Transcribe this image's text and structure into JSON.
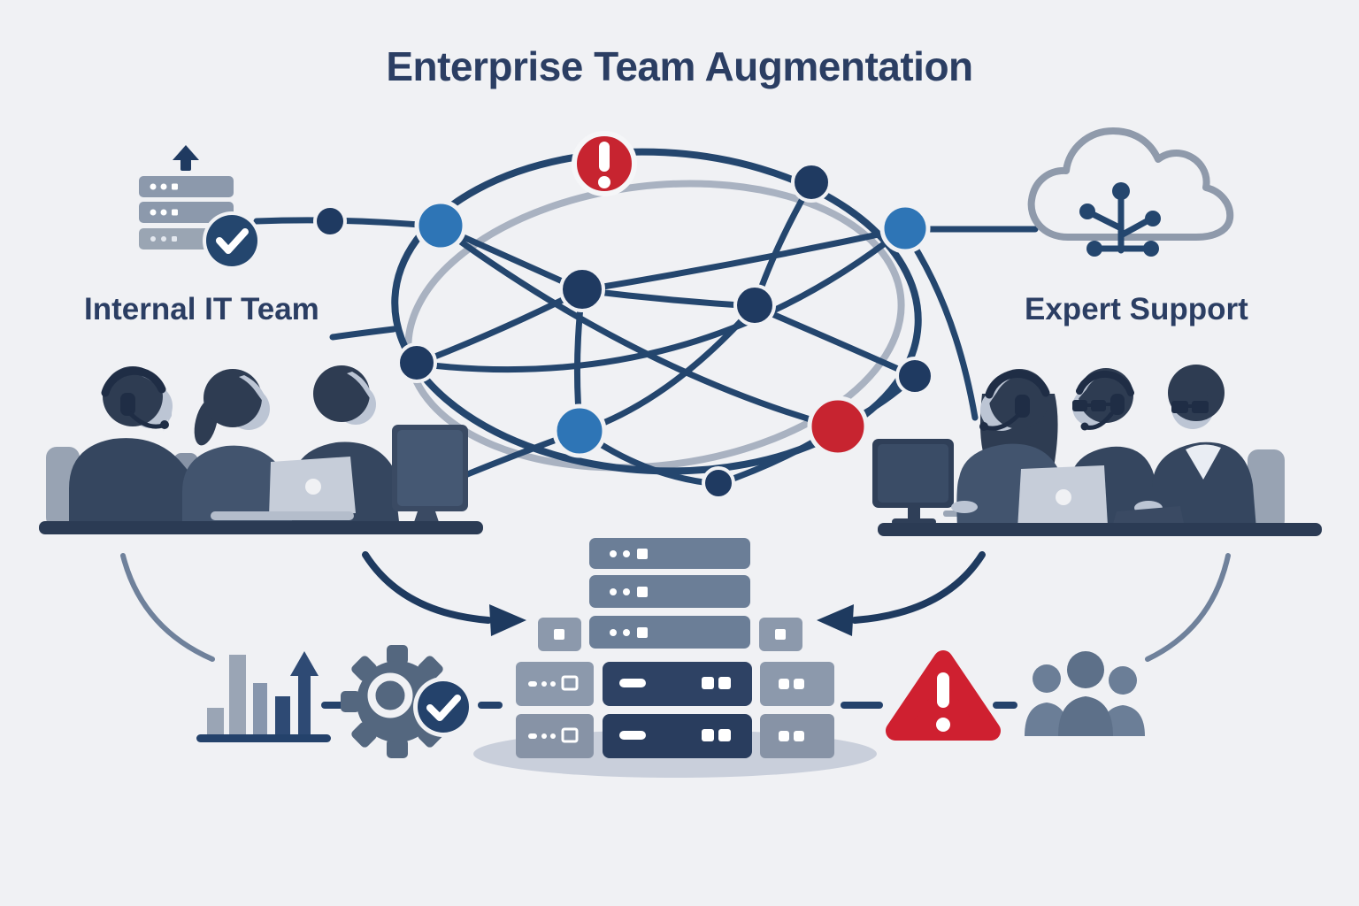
{
  "title": "Enterprise Team Augmentation",
  "labels": {
    "left": "Internal IT Team",
    "right": "Expert Support"
  },
  "network": {
    "alert_glyph": "!",
    "blue_node_count": 3,
    "dark_node_count": 7,
    "red_node_count": 2
  },
  "icons": {
    "top_left": "server-upload-check-icon",
    "top_right": "cloud-network-icon",
    "bottom_left": [
      "growth-bar-chart-icon",
      "gear-check-icon"
    ],
    "bottom_center": "server-rack-stack-icon",
    "bottom_right": [
      "warning-triangle-icon",
      "team-group-icon"
    ],
    "warning_glyph": "!"
  },
  "colors": {
    "background": "#f0f1f4",
    "navy_line": "#24466e",
    "dark_node": "#1f3a61",
    "text": "#2b3e63",
    "blue_node": "#2e75b6",
    "red": "#c72430",
    "gray_line": "#a9b2c1",
    "slate": "#64778f",
    "light_slate": "#8c99ac",
    "dark_box": "#2e4264",
    "shadow": "#c9cfdb"
  }
}
